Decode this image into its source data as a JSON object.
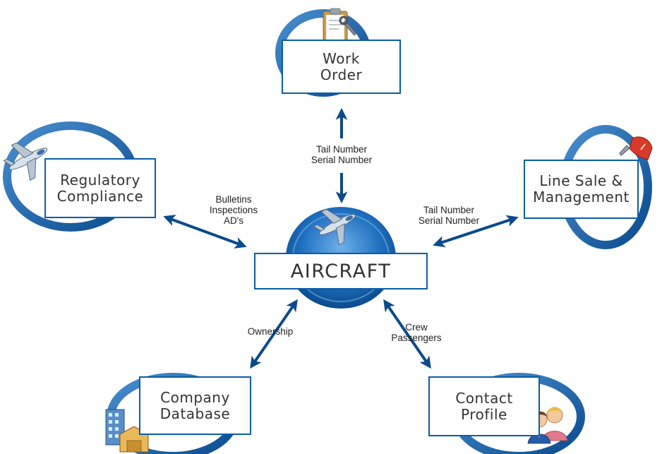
{
  "center": {
    "label": "AIRCRAFT"
  },
  "nodes": {
    "work_order": {
      "line1": "Work",
      "line2": "Order"
    },
    "regulatory": {
      "line1": "Regulatory",
      "line2": "Compliance"
    },
    "line_sale": {
      "line1": "Line Sale &",
      "line2": "Management"
    },
    "company": {
      "line1": "Company",
      "line2": "Database"
    },
    "contact": {
      "line1": "Contact",
      "line2": "Profile"
    }
  },
  "edges": {
    "work_order": {
      "line1": "Tail Number",
      "line2": "Serial Number"
    },
    "regulatory": {
      "line1": "Bulletins",
      "line2": "Inspections",
      "line3": "AD's"
    },
    "line_sale": {
      "line1": "Tail Number",
      "line2": "Serial Number"
    },
    "company": {
      "line1": "Ownership"
    },
    "contact": {
      "line1": "Crew",
      "line2": "Passengers"
    }
  },
  "icons": {
    "work_order": "clipboard-wrench-icon",
    "regulatory": "airplane-icon",
    "line_sale": "fuel-nozzle-icon",
    "company": "building-warehouse-icon",
    "contact": "people-icon",
    "center": "airplane-icon"
  },
  "colors": {
    "ring": "#0a5da8",
    "ring_light": "#4a8fd0",
    "arrow": "#0a4a8c",
    "box_border": "#0a5da8",
    "text": "#333333"
  }
}
